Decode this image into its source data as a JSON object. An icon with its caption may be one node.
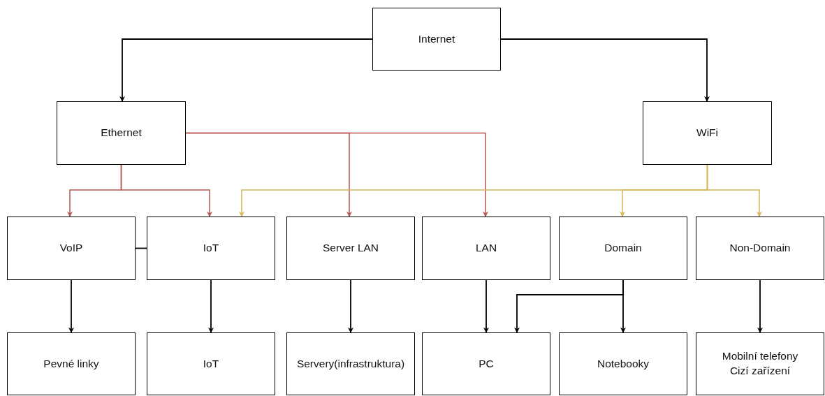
{
  "diagram": {
    "nodes": [
      {
        "text": [
          "Internet"
        ]
      },
      {
        "text": [
          "Ethernet"
        ]
      },
      {
        "text": [
          "WiFi"
        ]
      },
      {
        "text": [
          "VoIP"
        ]
      },
      {
        "text": [
          "IoT"
        ]
      },
      {
        "text": [
          "Server LAN"
        ]
      },
      {
        "text": [
          "LAN"
        ]
      },
      {
        "text": [
          "Domain"
        ]
      },
      {
        "text": [
          "Non-Domain"
        ]
      },
      {
        "text": [
          "Pevné linky"
        ]
      },
      {
        "text": [
          "IoT"
        ]
      },
      {
        "text": [
          "Servery(infrastruktura)"
        ]
      },
      {
        "text": [
          "PC"
        ]
      },
      {
        "text": [
          "Notebooky"
        ]
      },
      {
        "text": [
          "Mobilní telefony",
          "Cizí zařízení"
        ]
      }
    ],
    "edges": [
      {
        "from": 0,
        "to": 1,
        "arrow": "to"
      },
      {
        "from": 0,
        "to": 2,
        "arrow": "to"
      },
      {
        "from": 1,
        "to": 3,
        "arrow": "to",
        "color": "#b85450"
      },
      {
        "from": 1,
        "to": 4,
        "arrow": "to",
        "color": "#b85450"
      },
      {
        "from": 1,
        "to": 5,
        "arrow": "to",
        "color": "#b85450"
      },
      {
        "from": 1,
        "to": 6,
        "arrow": "to",
        "color": "#b85450"
      },
      {
        "from": 2,
        "to": 4,
        "arrow": "to",
        "color": "#d6b656"
      },
      {
        "from": 2,
        "to": 7,
        "arrow": "to",
        "color": "#d6b656"
      },
      {
        "from": 2,
        "to": 8,
        "arrow": "to",
        "color": "#d6b656"
      },
      {
        "from": 3,
        "to": 4,
        "arrow": "none"
      },
      {
        "from": 3,
        "to": 9,
        "arrow": "to"
      },
      {
        "from": 4,
        "to": 10,
        "arrow": "to"
      },
      {
        "from": 5,
        "to": 11,
        "arrow": "to"
      },
      {
        "from": 6,
        "to": 12,
        "arrow": "to"
      },
      {
        "from": 7,
        "to": 12,
        "arrow": "to"
      },
      {
        "from": 7,
        "to": 13,
        "arrow": "to"
      },
      {
        "from": 8,
        "to": 14,
        "arrow": "to"
      }
    ]
  }
}
